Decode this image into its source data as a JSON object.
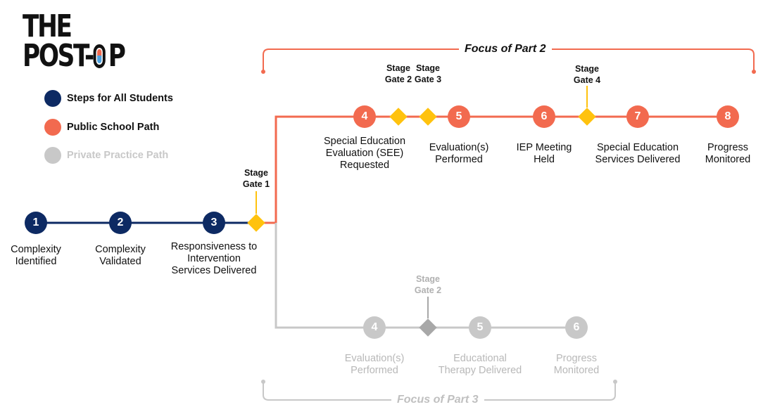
{
  "logo": {
    "line1": "THE",
    "line2_prefix": "POST-",
    "line2_suffix": "P"
  },
  "legend": [
    {
      "label": "Steps for All Students",
      "color": "#0d2a63"
    },
    {
      "label": "Public School Path",
      "color": "#f26a4f"
    },
    {
      "label": "Private Practice Path",
      "color": "#c8c8c8"
    }
  ],
  "focus_public": "Focus of Part 2",
  "focus_private": "Focus of Part 3",
  "gate_word": "Stage",
  "gates": {
    "g1": "Gate 1",
    "g2": "Gate 2",
    "g3": "Gate 3",
    "g4": "Gate 4",
    "pg2": "Gate 2"
  },
  "common_steps": [
    {
      "num": "1",
      "line1": "Complexity",
      "line2": "Identified",
      "line3": ""
    },
    {
      "num": "2",
      "line1": "Complexity",
      "line2": "Validated",
      "line3": ""
    },
    {
      "num": "3",
      "line1": "Responsiveness to",
      "line2": "Intervention",
      "line3": "Services Delivered"
    }
  ],
  "public_steps": [
    {
      "num": "4",
      "line1": "Special Education",
      "line2": "Evaluation (SEE)",
      "line3": "Requested"
    },
    {
      "num": "5",
      "line1": "Evaluation(s)",
      "line2": "Performed"
    },
    {
      "num": "6",
      "line1": "IEP Meeting",
      "line2": "Held"
    },
    {
      "num": "7",
      "line1": "Special Education",
      "line2": "Services Delivered"
    },
    {
      "num": "8",
      "line1": "Progress",
      "line2": "Monitored"
    }
  ],
  "private_steps": [
    {
      "num": "4",
      "line1": "Evaluation(s)",
      "line2": "Performed"
    },
    {
      "num": "5",
      "line1": "Educational",
      "line2": "Therapy Delivered"
    },
    {
      "num": "6",
      "line1": "Progress",
      "line2": "Monitored"
    }
  ],
  "colors": {
    "navy": "#0d2a63",
    "orange": "#f26a4f",
    "gray": "#c8c8c8",
    "gate_yellow": "#ffc20e",
    "gate_gray": "#a8a8a8"
  }
}
